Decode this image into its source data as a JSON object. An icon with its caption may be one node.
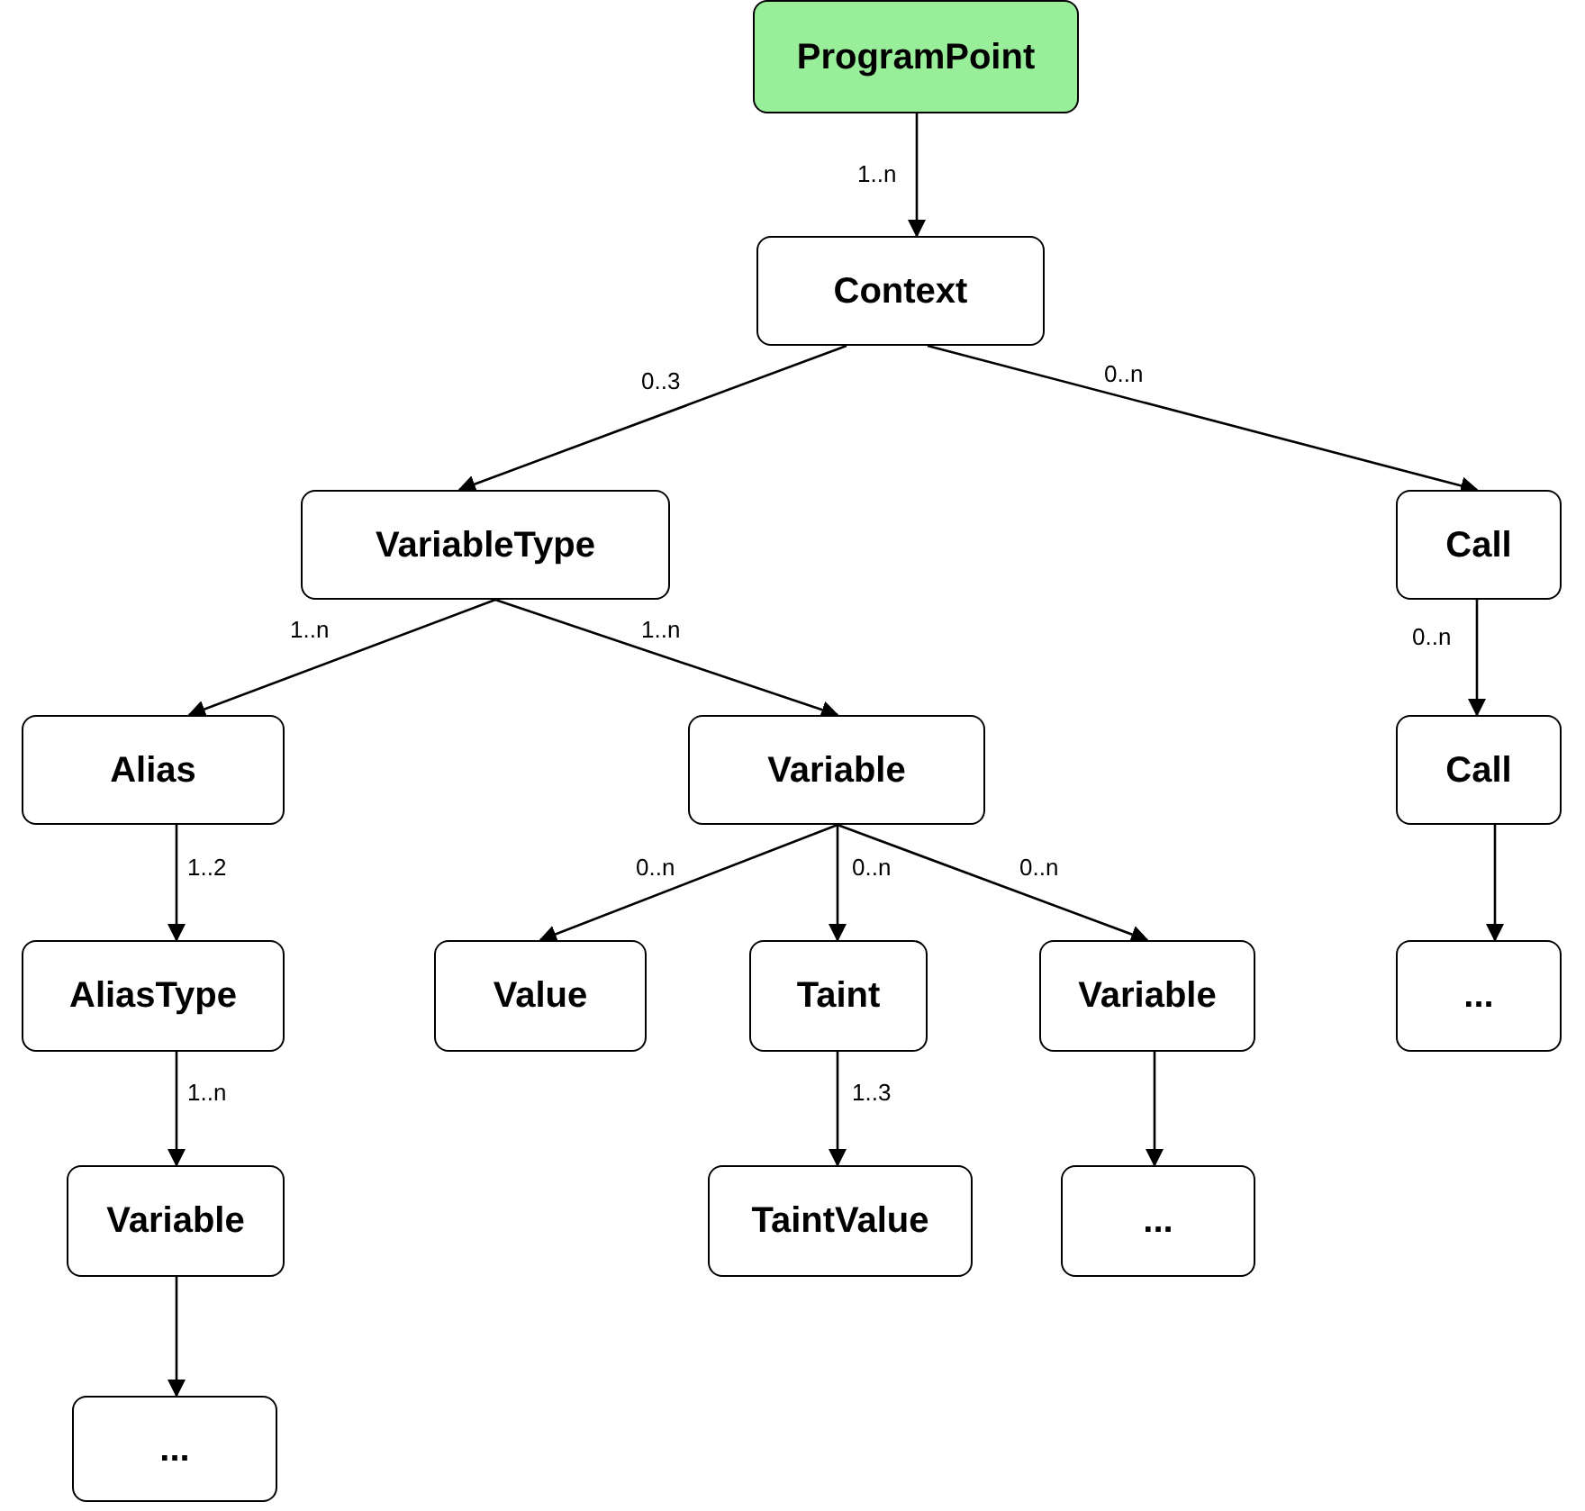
{
  "diagram": {
    "nodes": [
      {
        "text": [
          "ProgramPoint"
        ]
      },
      {
        "text": [
          "Context"
        ]
      },
      {
        "text": [
          "VariableType"
        ]
      },
      {
        "text": [
          "Call"
        ]
      },
      {
        "text": [
          "Alias"
        ]
      },
      {
        "text": [
          "Variable"
        ]
      },
      {
        "text": [
          "Call"
        ]
      },
      {
        "text": [
          "AliasType"
        ]
      },
      {
        "text": [
          "Value"
        ]
      },
      {
        "text": [
          "Taint"
        ]
      },
      {
        "text": [
          "Variable"
        ]
      },
      {
        "text": [
          "..."
        ]
      },
      {
        "text": [
          "Variable"
        ]
      },
      {
        "text": [
          "TaintValue"
        ]
      },
      {
        "text": [
          "..."
        ]
      },
      {
        "text": [
          "..."
        ]
      }
    ],
    "edges": [
      {
        "from": 0,
        "to": 1,
        "arrow": "to",
        "label": "1..n"
      },
      {
        "from": 1,
        "to": 2,
        "arrow": "to",
        "label": "0..3"
      },
      {
        "from": 1,
        "to": 3,
        "arrow": "to",
        "label": "0..n"
      },
      {
        "from": 2,
        "to": 4,
        "arrow": "to",
        "label": "1..n"
      },
      {
        "from": 2,
        "to": 5,
        "arrow": "to",
        "label": "1..n"
      },
      {
        "from": 3,
        "to": 6,
        "arrow": "to",
        "label": "0..n"
      },
      {
        "from": 4,
        "to": 7,
        "arrow": "to",
        "label": "1..2"
      },
      {
        "from": 5,
        "to": 8,
        "arrow": "to",
        "label": "0..n"
      },
      {
        "from": 5,
        "to": 9,
        "arrow": "to",
        "label": "0..n"
      },
      {
        "from": 5,
        "to": 10,
        "arrow": "to",
        "label": "0..n"
      },
      {
        "from": 6,
        "to": 11,
        "arrow": "to"
      },
      {
        "from": 7,
        "to": 12,
        "arrow": "to",
        "label": "1..n"
      },
      {
        "from": 9,
        "to": 13,
        "arrow": "to",
        "label": "1..3"
      },
      {
        "from": 10,
        "to": 14,
        "arrow": "to"
      },
      {
        "from": 12,
        "to": 15,
        "arrow": "to"
      }
    ]
  }
}
